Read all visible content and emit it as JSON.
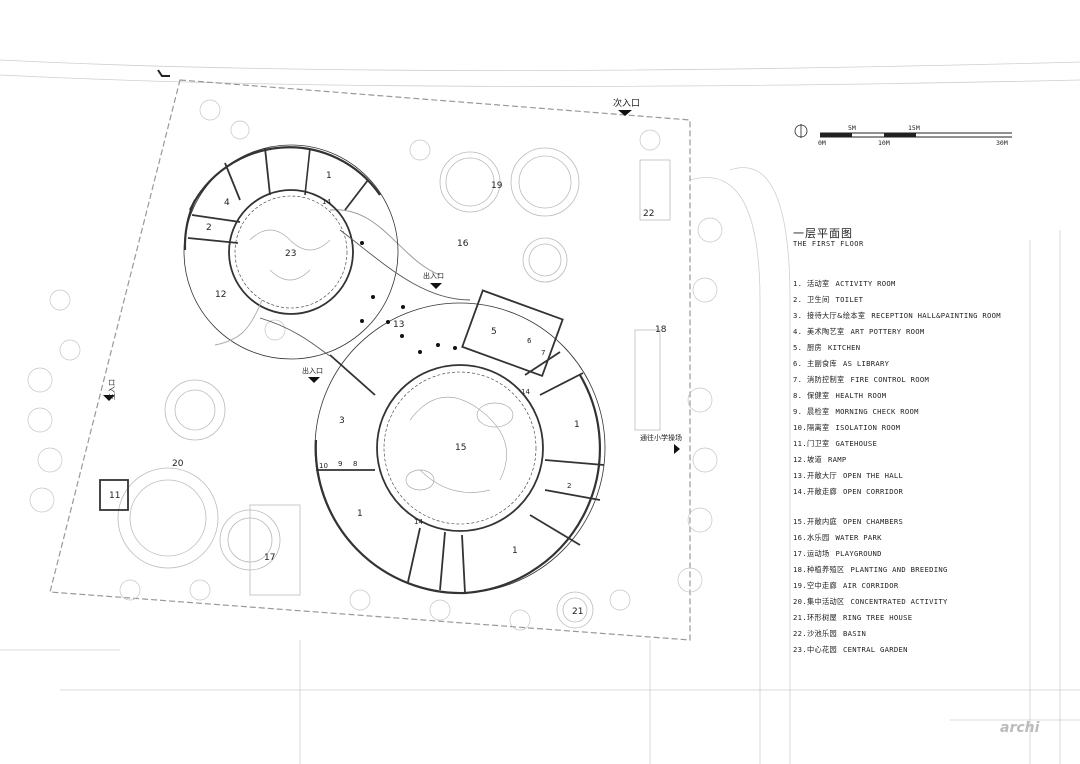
{
  "title": {
    "cn": "一层平面图",
    "en": "THE FIRST FLOOR"
  },
  "scale_bar": {
    "ticks_top": [
      "5M",
      "15M"
    ],
    "ticks_bottom": [
      "0M",
      "10M",
      "30M"
    ]
  },
  "entrances": {
    "secondary": "次入口",
    "main": "主入口",
    "exit_upper": "出入口",
    "exit_lower": "出入口",
    "to_school": "通往小学操场"
  },
  "plan_numbers": {
    "n1a": "1",
    "n1b": "1",
    "n1c": "1",
    "n1d": "1",
    "n2a": "2",
    "n2b": "2",
    "n3": "3",
    "n4": "4",
    "n5": "5",
    "n6": "6",
    "n7": "7",
    "n8": "8",
    "n9": "9",
    "n10": "10",
    "n11": "11",
    "n12": "12",
    "n13": "13",
    "n14a": "14",
    "n14b": "14",
    "n14c": "14",
    "n15": "15",
    "n16": "16",
    "n17": "17",
    "n18": "18",
    "n19": "19",
    "n20": "20",
    "n21": "21",
    "n22": "22",
    "n23": "23"
  },
  "legend_group1": [
    {
      "num": "1.",
      "cn": "活动室",
      "en": "ACTIVITY ROOM"
    },
    {
      "num": "2.",
      "cn": "卫生间",
      "en": "TOILET"
    },
    {
      "num": "3.",
      "cn": "接待大厅&绘本室",
      "en": "RECEPTION HALL&PAINTING ROOM"
    },
    {
      "num": "4.",
      "cn": "美术陶艺室",
      "en": "ART POTTERY ROOM"
    },
    {
      "num": "5.",
      "cn": "厨房",
      "en": "KITCHEN"
    },
    {
      "num": "6.",
      "cn": "主副食库",
      "en": "AS LIBRARY"
    },
    {
      "num": "7.",
      "cn": "消防控制室",
      "en": "FIRE CONTROL ROOM"
    },
    {
      "num": "8.",
      "cn": "保健室",
      "en": "HEALTH ROOM"
    },
    {
      "num": "9.",
      "cn": "晨检室",
      "en": "MORNING CHECK ROOM"
    },
    {
      "num": "10.",
      "cn": "隔离室",
      "en": "ISOLATION ROOM"
    },
    {
      "num": "11.",
      "cn": "门卫室",
      "en": "GATEHOUSE"
    },
    {
      "num": "12.",
      "cn": "坡道",
      "en": "RAMP"
    },
    {
      "num": "13.",
      "cn": "开敞大厅",
      "en": "OPEN THE HALL"
    },
    {
      "num": "14.",
      "cn": "开敞走廊",
      "en": "OPEN CORRIDOR"
    }
  ],
  "legend_group2": [
    {
      "num": "15.",
      "cn": "开敞内庭",
      "en": "OPEN CHAMBERS"
    },
    {
      "num": "16.",
      "cn": "水乐园",
      "en": "WATER PARK"
    },
    {
      "num": "17.",
      "cn": "运动场",
      "en": "PLAYGROUND"
    },
    {
      "num": "18.",
      "cn": "种植养殖区",
      "en": "PLANTING AND BREEDING"
    },
    {
      "num": "19.",
      "cn": "空中走廊",
      "en": "AIR CORRIDOR"
    },
    {
      "num": "20.",
      "cn": "集中活动区",
      "en": "CONCENTRATED ACTIVITY"
    },
    {
      "num": "21.",
      "cn": "环形树屋",
      "en": "RING TREE HOUSE"
    },
    {
      "num": "22.",
      "cn": "沙池乐园",
      "en": "BASIN"
    },
    {
      "num": "23.",
      "cn": "中心花园",
      "en": "CENTRAL GARDEN"
    }
  ],
  "watermark": "archi"
}
